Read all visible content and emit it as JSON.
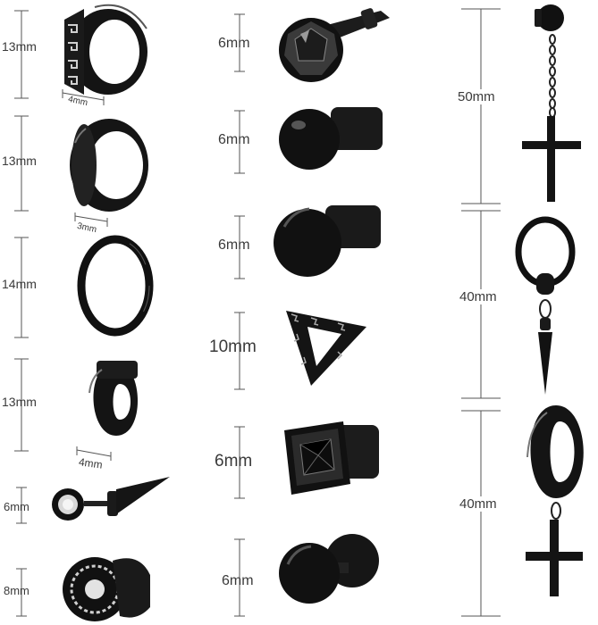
{
  "colors": {
    "metal": "#111111",
    "highlight": "#6a6a6a",
    "line": "#555555",
    "crystal": "#d9d9d9"
  },
  "left_column": [
    {
      "label": "13mm",
      "width_label": "4mm",
      "icon": "greek-key-hoop-earring"
    },
    {
      "label": "13mm",
      "width_label": "3mm",
      "icon": "huggie-hoop-earring"
    },
    {
      "label": "14mm",
      "icon": "thin-hoop-earring"
    },
    {
      "label": "13mm",
      "width_label": "4mm",
      "icon": "wide-huggie-earring"
    },
    {
      "label": "6mm",
      "icon": "spike-stud-earring"
    },
    {
      "label": "8mm",
      "icon": "greek-key-crystal-stud"
    }
  ],
  "middle_column": [
    {
      "label": "6mm",
      "icon": "round-crystal-stud"
    },
    {
      "label": "6mm",
      "icon": "ball-stud-earring"
    },
    {
      "label": "6mm",
      "icon": "flat-disc-stud"
    },
    {
      "label": "10mm",
      "icon": "triangle-stud-earring"
    },
    {
      "label": "6mm",
      "icon": "square-crystal-stud"
    },
    {
      "label": "6mm",
      "icon": "dumbbell-plug-stud"
    }
  ],
  "right_column": [
    {
      "label": "50mm",
      "icon": "chain-cross-dangle-earring"
    },
    {
      "label": "40mm",
      "icon": "hoop-spike-dangle-earring"
    },
    {
      "label": "40mm",
      "icon": "hoop-cross-dangle-earring"
    }
  ]
}
